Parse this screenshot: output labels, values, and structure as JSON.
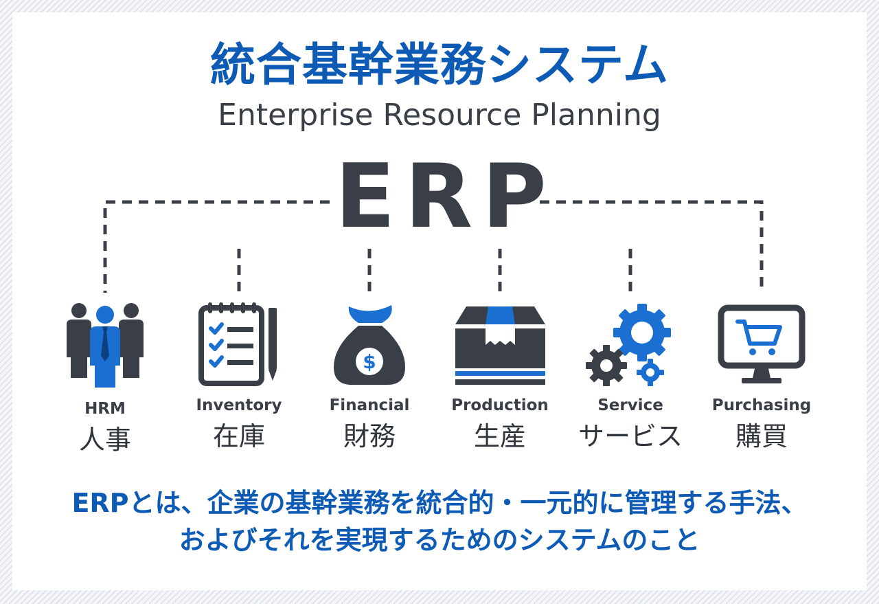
{
  "title": "統合基幹業務システム",
  "subtitle": "Enterprise Resource Planning",
  "center_label": "ERP",
  "modules": [
    {
      "en": "HRM",
      "jp": "人事",
      "icon": "people-icon"
    },
    {
      "en": "Inventory",
      "jp": "在庫",
      "icon": "checklist-icon"
    },
    {
      "en": "Financial",
      "jp": "財務",
      "icon": "money-bag-icon"
    },
    {
      "en": "Production",
      "jp": "生産",
      "icon": "box-icon"
    },
    {
      "en": "Service",
      "jp": "サービス",
      "icon": "gears-icon"
    },
    {
      "en": "Purchasing",
      "jp": "購買",
      "icon": "shopping-cart-monitor-icon"
    }
  ],
  "description": {
    "line1": "ERPとは、企業の基幹業務を統合的・一元的に管理する手法、",
    "line2": "およびそれを実現するためのシステムのこと"
  },
  "colors": {
    "primary": "#0d5bb5",
    "dark": "#3a3f47",
    "accent": "#1a6fd1"
  }
}
